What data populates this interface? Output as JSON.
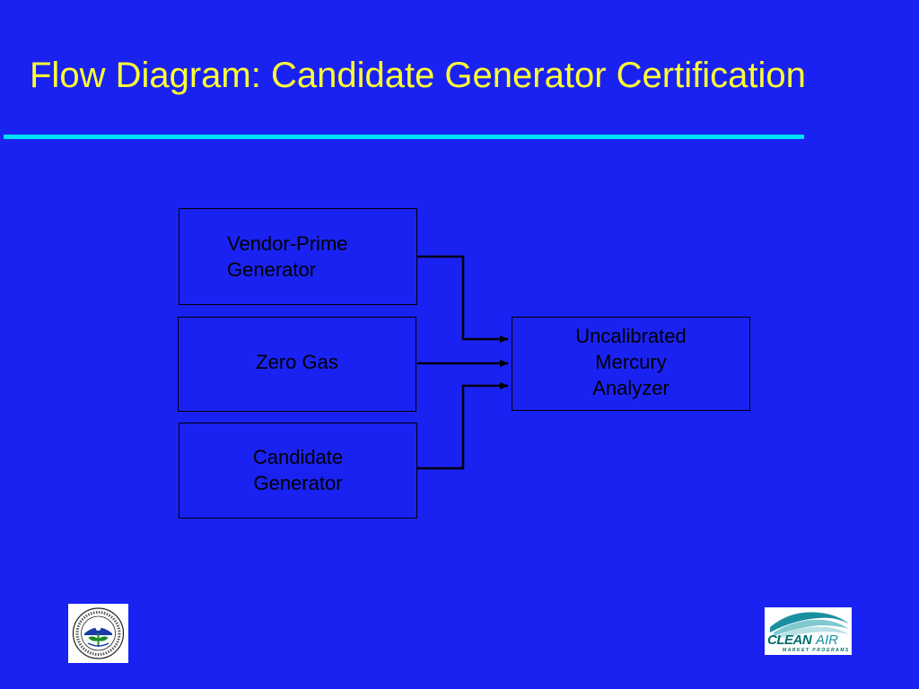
{
  "title": "Flow Diagram: Candidate Generator Certification",
  "colors": {
    "background": "#1a22f2",
    "title": "#ffff33",
    "rule": "#00e0ff",
    "box_border": "#000000",
    "text": "#000000"
  },
  "diagram": {
    "nodes": [
      {
        "id": "vendor-prime-generator",
        "lines": [
          "Vendor-Prime",
          "Generator"
        ]
      },
      {
        "id": "zero-gas",
        "lines": [
          "Zero Gas"
        ]
      },
      {
        "id": "candidate-generator",
        "lines": [
          "Candidate",
          "Generator"
        ]
      },
      {
        "id": "uncalibrated-mercury-analyzer",
        "lines": [
          "Uncalibrated",
          "Mercury",
          "Analyzer"
        ]
      }
    ],
    "edges": [
      {
        "from": "vendor-prime-generator",
        "to": "uncalibrated-mercury-analyzer"
      },
      {
        "from": "zero-gas",
        "to": "uncalibrated-mercury-analyzer"
      },
      {
        "from": "candidate-generator",
        "to": "uncalibrated-mercury-analyzer"
      }
    ]
  },
  "logos": {
    "epa": {
      "icon": "epa-seal-icon",
      "text": "UNITED STATES ENVIRONMENTAL PROTECTION AGENCY"
    },
    "clean_air": {
      "icon": "clean-air-logo-icon",
      "word1": "CLEAN",
      "word2": "AIR",
      "tagline": "MARKET PROGRAMS"
    }
  }
}
